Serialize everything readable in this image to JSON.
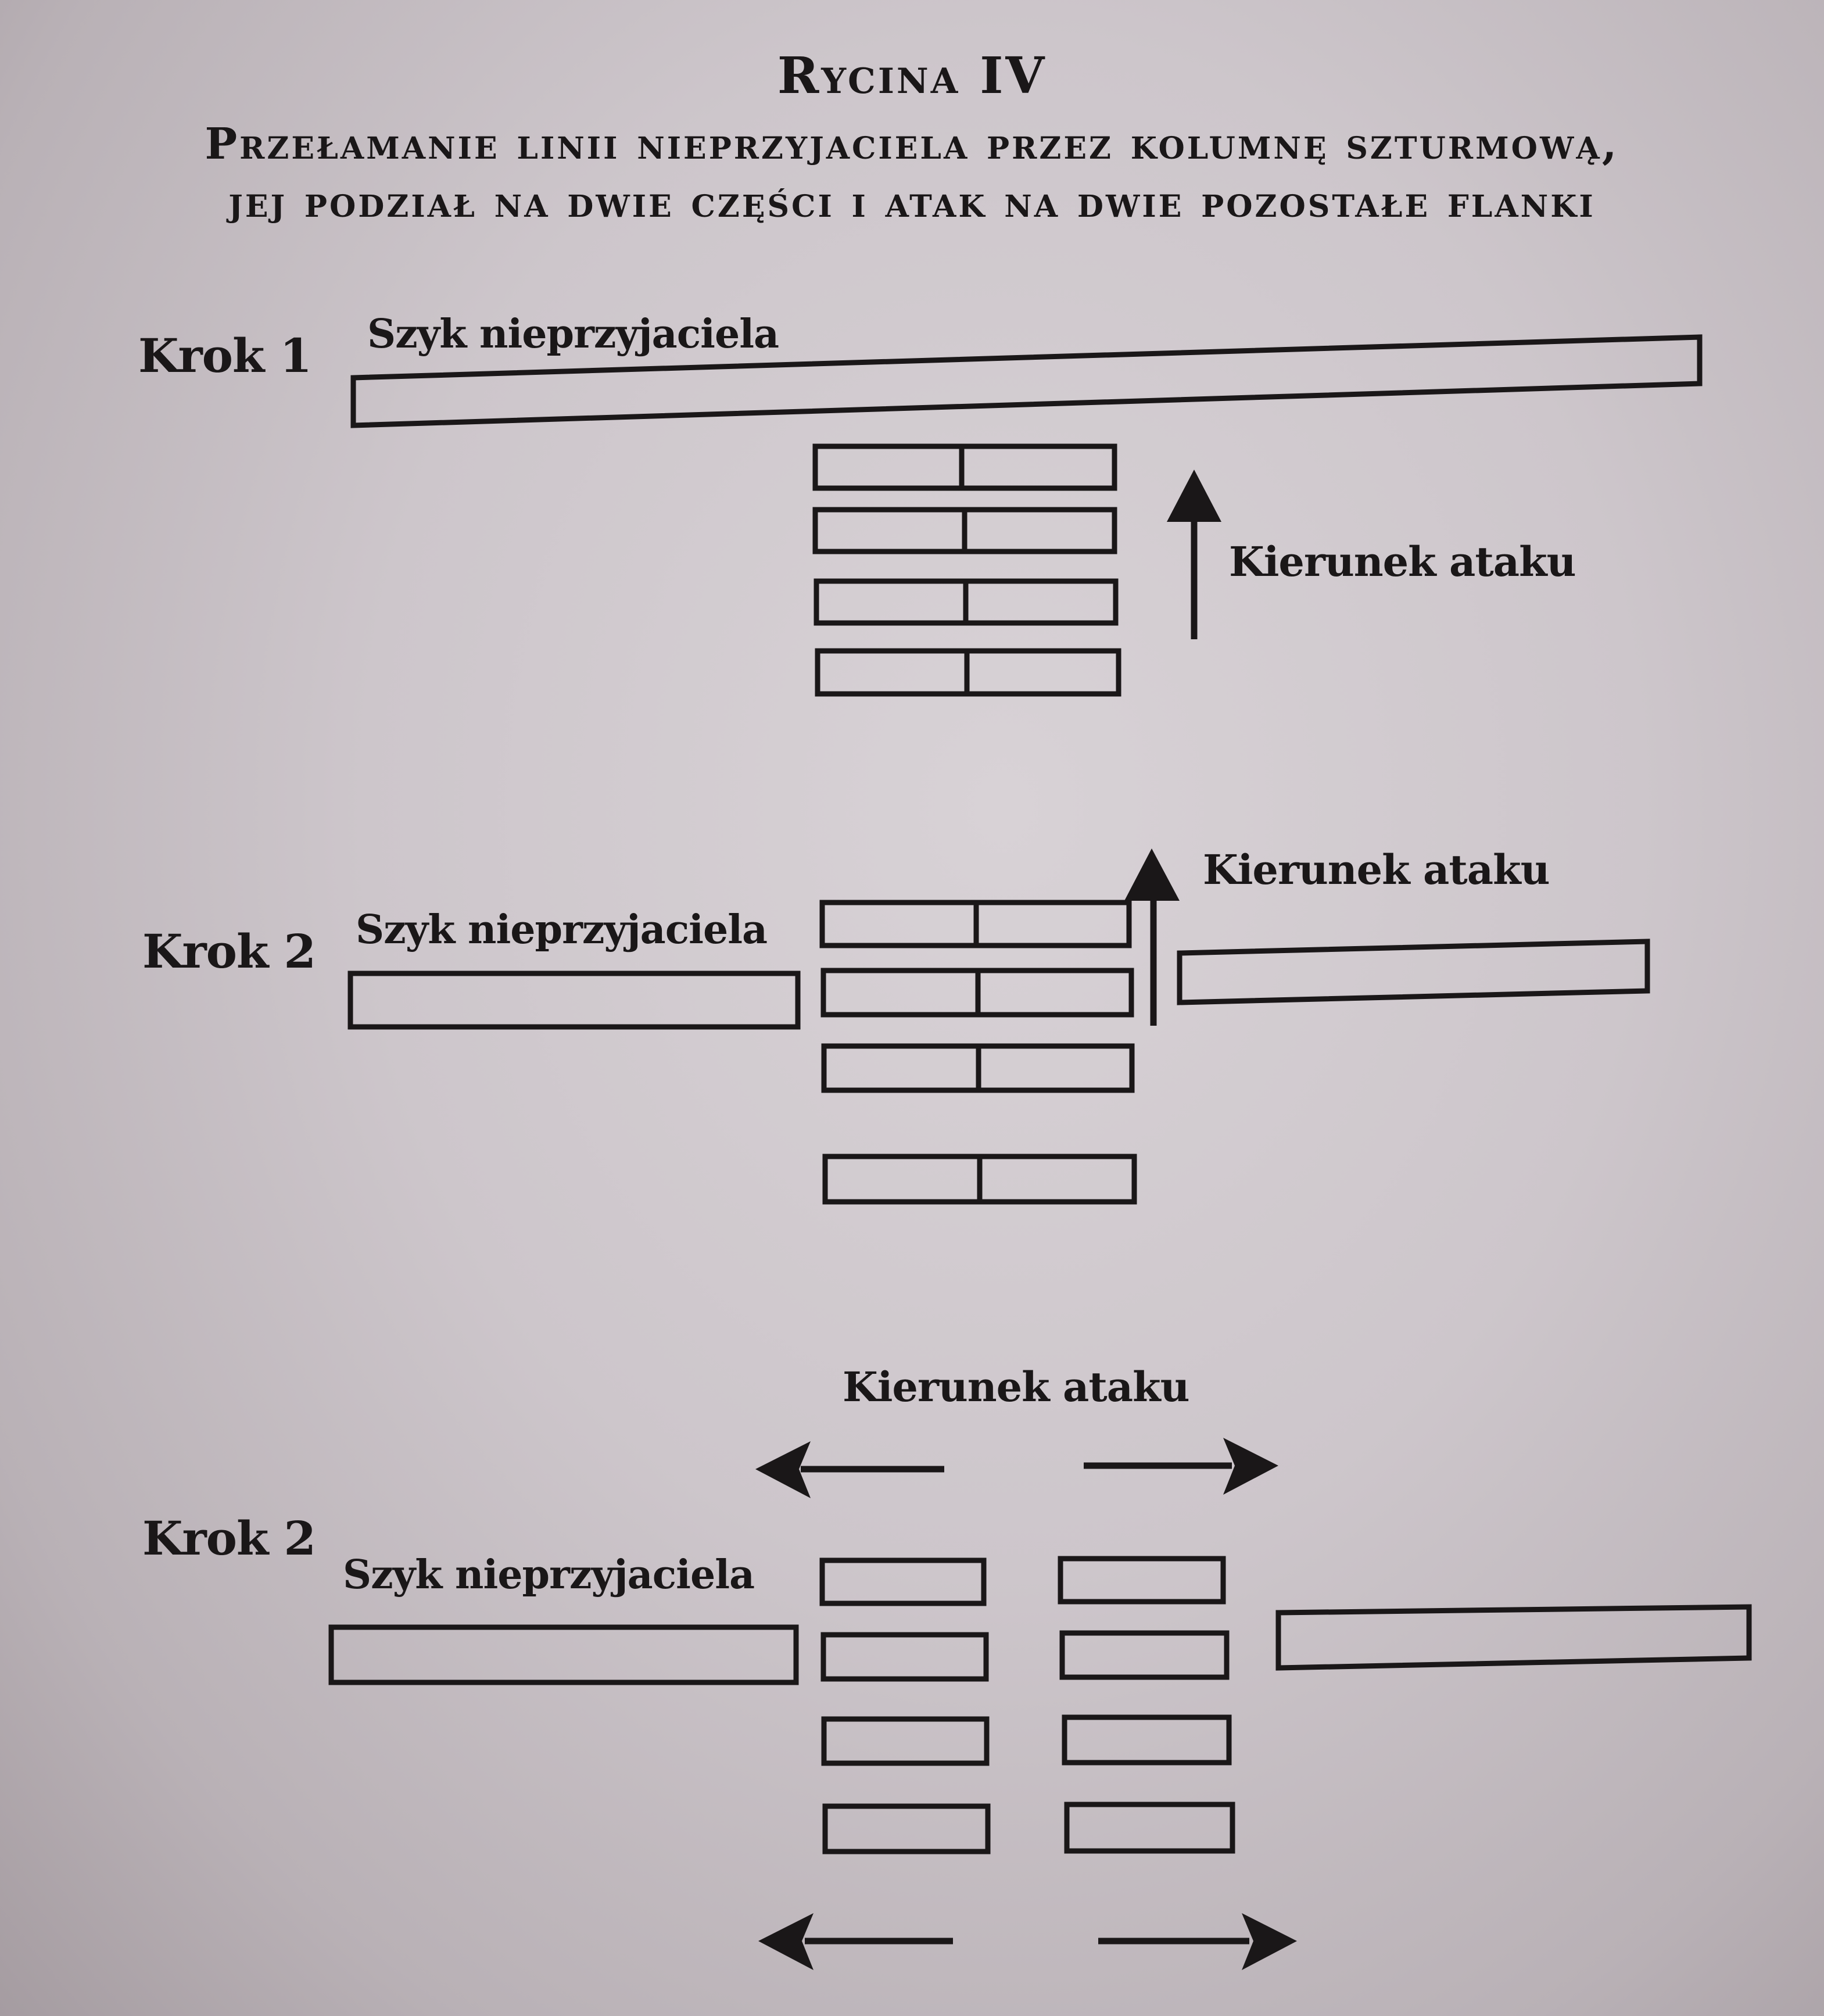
{
  "figure": {
    "number": "Rycina IV",
    "title_line1": "Przełamanie linii nieprzyjaciela przez kolumnę szturmową,",
    "title_line2": "jej podział na dwie części i atak na dwie pozostałe flanki"
  },
  "steps": [
    {
      "step_label": "Krok 1",
      "enemy_label": "Szyk nieprzyjaciela",
      "attack_label": "Kierunek ataku"
    },
    {
      "step_label": "Krok 2",
      "enemy_label": "Szyk nieprzyjaciela",
      "attack_label": "Kierunek ataku"
    },
    {
      "step_label": "Krok 2",
      "enemy_label": "Szyk nieprzyjaciela",
      "attack_label": "Kierunek ataku"
    }
  ]
}
